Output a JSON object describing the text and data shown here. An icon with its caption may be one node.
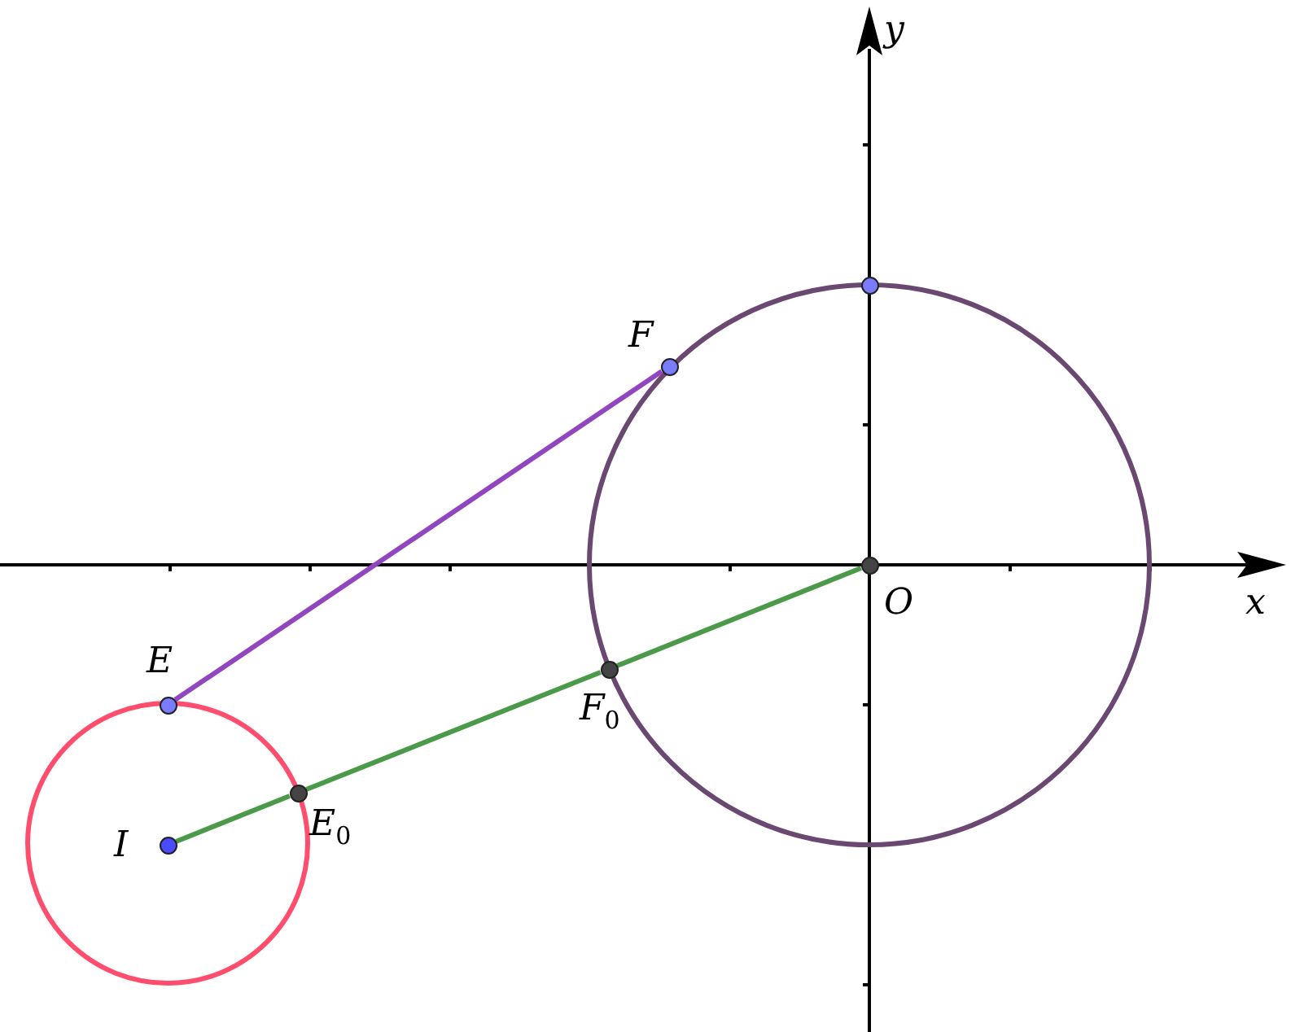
{
  "diagram": {
    "nodes": [
      {
        "text": [],
        "shape": "circle"
      },
      {
        "text": [],
        "shape": "circle",
        "beside": [
          "F"
        ]
      },
      {
        "text": [],
        "shape": "circle",
        "beside": [
          "O"
        ]
      },
      {
        "text": [],
        "shape": "circle",
        "beside": [
          "E"
        ]
      },
      {
        "text": [],
        "shape": "circle",
        "beside": [
          "F$_{0}$"
        ]
      },
      {
        "text": [],
        "shape": "circle",
        "beside": [
          "E$_{0}$"
        ]
      },
      {
        "text": [],
        "shape": "circle",
        "beside": [
          "I"
        ]
      }
    ],
    "edges": [
      {
        "from": 3,
        "to": 1,
        "arrow": "none",
        "color": "#9146c0"
      },
      {
        "from": 6,
        "to": 5,
        "arrow": "none"
      },
      {
        "from": 5,
        "to": 4,
        "arrow": "none"
      },
      {
        "from": 4,
        "to": 2,
        "arrow": "none"
      }
    ],
    "labels": [
      "y",
      "x"
    ]
  }
}
